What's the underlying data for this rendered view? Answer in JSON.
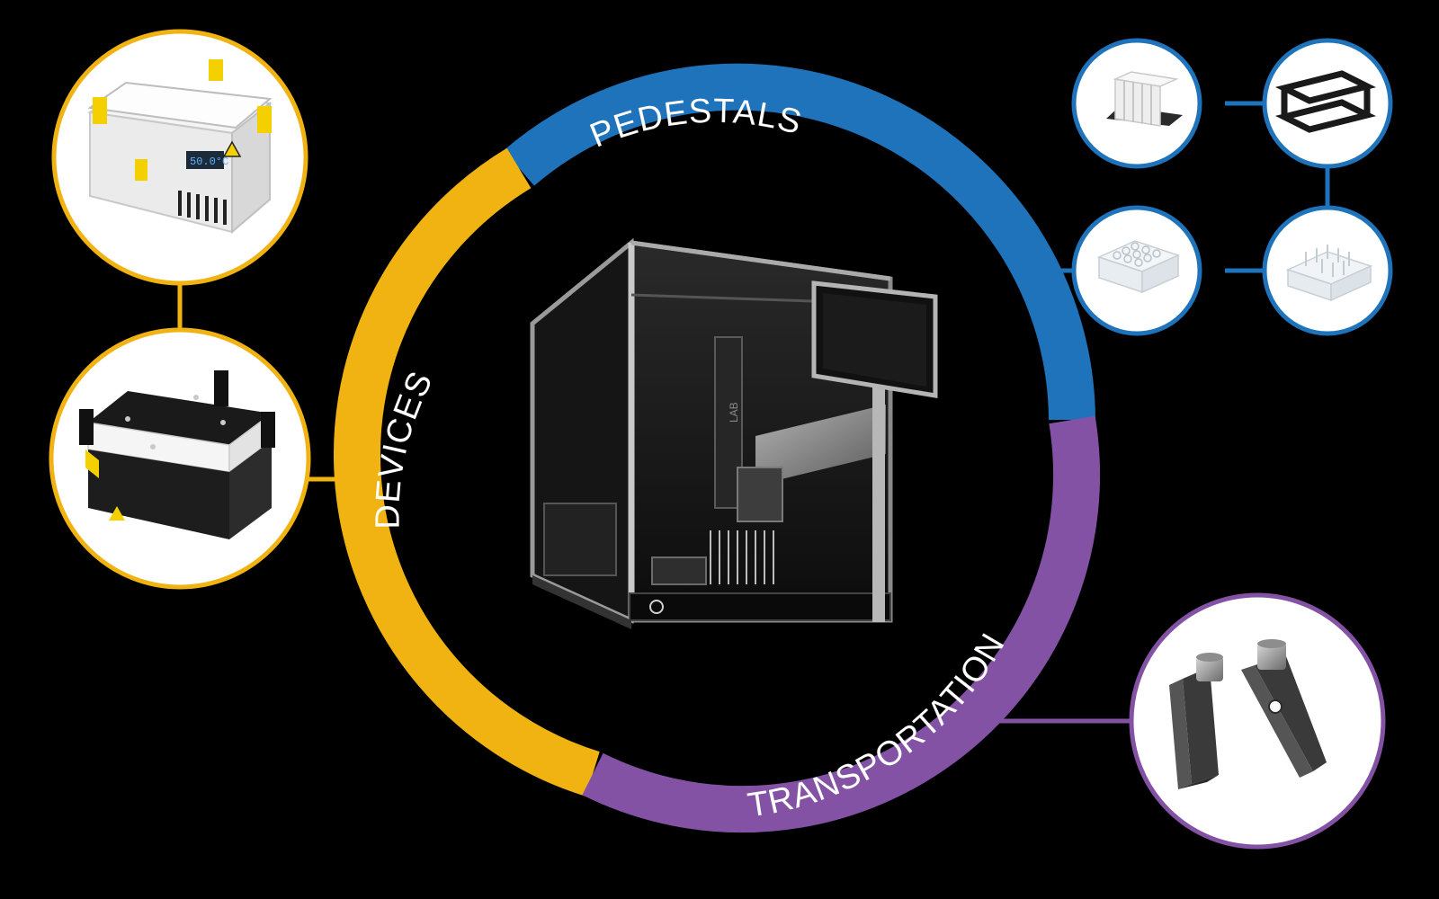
{
  "colors": {
    "background": "#000000",
    "devices": "#F0B312",
    "pedestals": "#1E73BA",
    "transportation": "#8452A4",
    "label": "#FFFFFF"
  },
  "segments": {
    "pedestals": {
      "label": "PEDESTALS"
    },
    "devices": {
      "label": "DEVICES"
    },
    "transportation": {
      "label": "TRANSPORTATION"
    }
  },
  "center": {
    "image": "liquid-handling-robot",
    "brand_text": "LAB"
  },
  "devices": {
    "heater": {
      "image": "heater-shaker-device",
      "display": "50.0°C"
    },
    "cooler": {
      "image": "cooling-plate-device"
    }
  },
  "pedestals": [
    {
      "image": "tube-reservoir-pedestal"
    },
    {
      "image": "frame-adapter-pedestal"
    },
    {
      "image": "clear-tube-rack-pedestal"
    },
    {
      "image": "clear-well-plate-pedestal"
    }
  ],
  "transportation": {
    "image": "gripper-fingers"
  }
}
